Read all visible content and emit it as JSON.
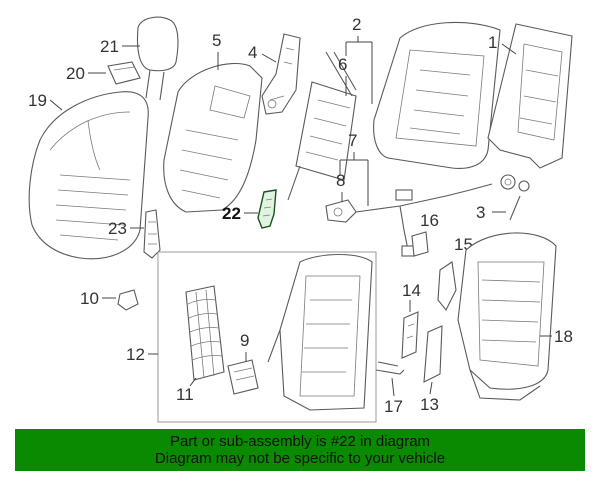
{
  "banner": {
    "line1": "Part or sub-assembly is #22 in diagram",
    "line2": "Diagram may not be specific to your vehicle",
    "color": "#0a8a00"
  },
  "highlight_color": "#1f4f1f",
  "callouts": {
    "c1": "1",
    "c2": "2",
    "c3": "3",
    "c4": "4",
    "c5": "5",
    "c6": "6",
    "c7": "7",
    "c8": "8",
    "c9": "9",
    "c10": "10",
    "c11": "11",
    "c12": "12",
    "c13": "13",
    "c14": "14",
    "c15": "15",
    "c16": "16",
    "c17": "17",
    "c18": "18",
    "c19": "19",
    "c20": "20",
    "c21": "21",
    "c22": "22",
    "c23": "23"
  }
}
